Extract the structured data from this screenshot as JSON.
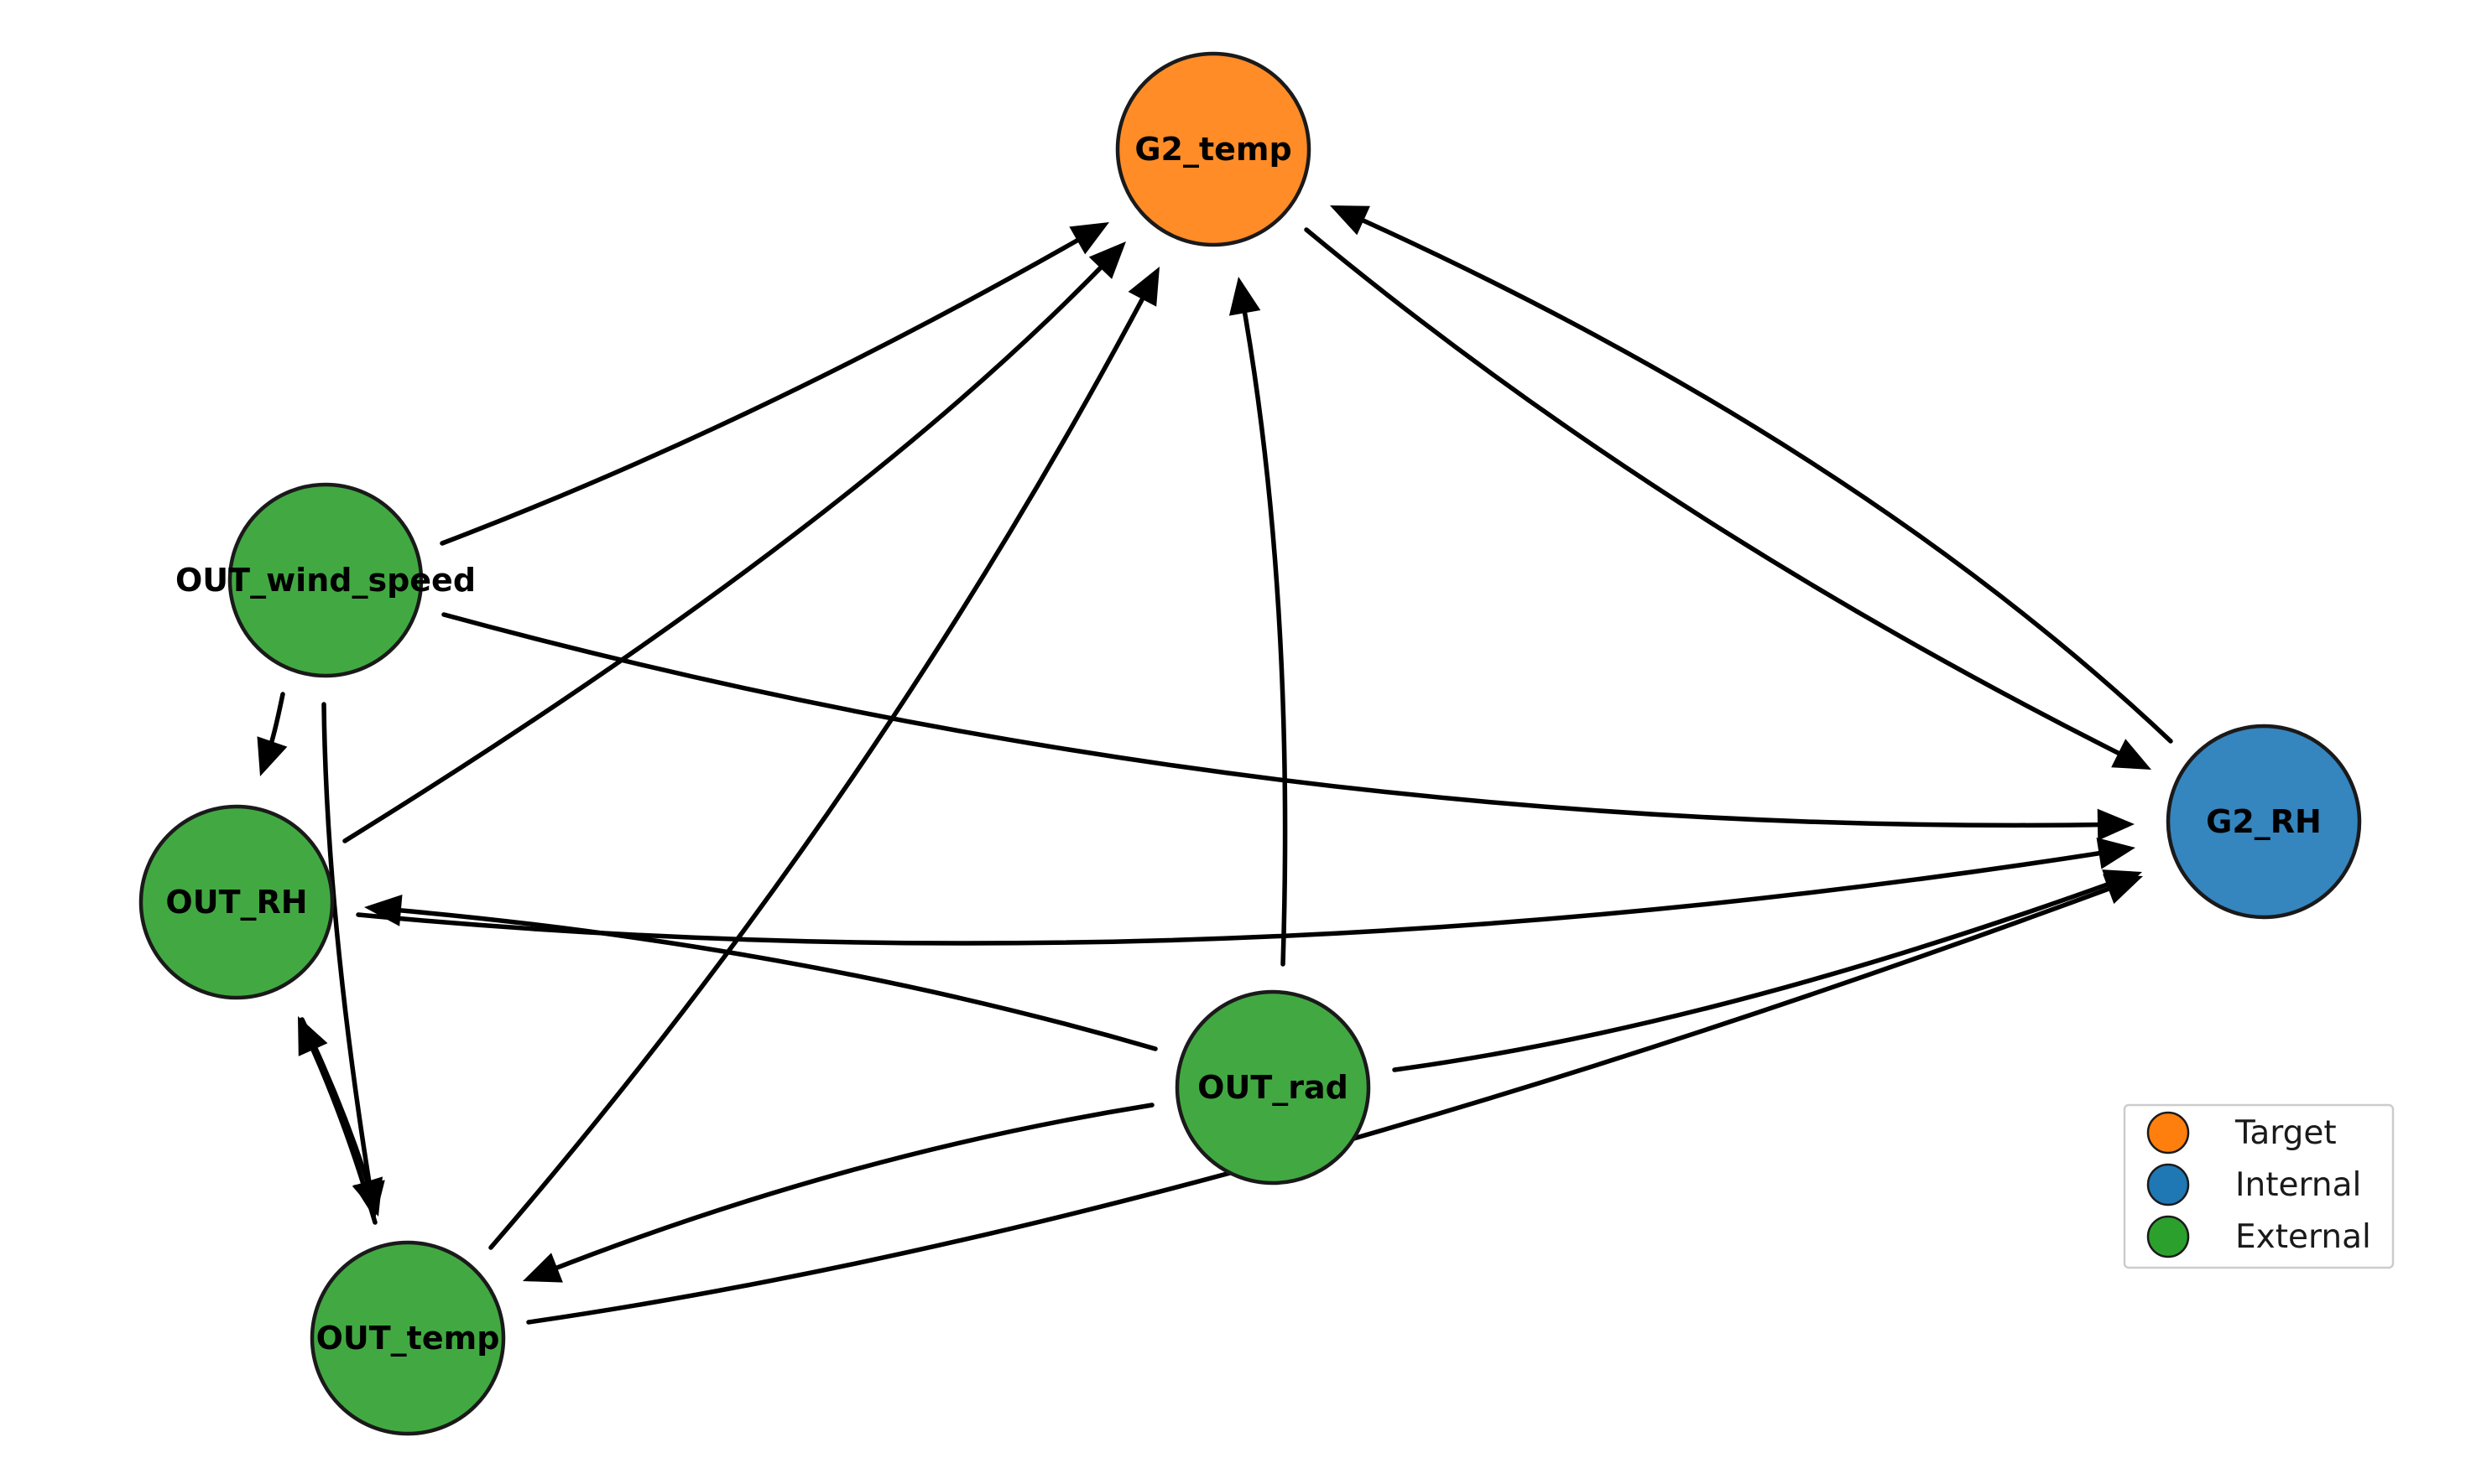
{
  "nodes": [
    {
      "id": "G2_temp",
      "label": "G2_temp",
      "category": "Target"
    },
    {
      "id": "G2_RH",
      "label": "G2_RH",
      "category": "Internal"
    },
    {
      "id": "OUT_wind_speed",
      "label": "OUT_wind_speed",
      "category": "External"
    },
    {
      "id": "OUT_RH",
      "label": "OUT_RH",
      "category": "External"
    },
    {
      "id": "OUT_temp",
      "label": "OUT_temp",
      "category": "External"
    },
    {
      "id": "OUT_rad",
      "label": "OUT_rad",
      "category": "External"
    }
  ],
  "edges": [
    {
      "from": "OUT_wind_speed",
      "to": "G2_temp"
    },
    {
      "from": "OUT_RH",
      "to": "G2_temp"
    },
    {
      "from": "OUT_temp",
      "to": "G2_temp"
    },
    {
      "from": "OUT_rad",
      "to": "G2_temp"
    },
    {
      "from": "G2_RH",
      "to": "G2_temp"
    },
    {
      "from": "G2_temp",
      "to": "G2_RH"
    },
    {
      "from": "OUT_wind_speed",
      "to": "G2_RH"
    },
    {
      "from": "OUT_RH",
      "to": "G2_RH"
    },
    {
      "from": "OUT_rad",
      "to": "G2_RH"
    },
    {
      "from": "OUT_temp",
      "to": "G2_RH"
    },
    {
      "from": "OUT_wind_speed",
      "to": "OUT_RH"
    },
    {
      "from": "OUT_wind_speed",
      "to": "OUT_temp"
    },
    {
      "from": "OUT_RH",
      "to": "OUT_temp"
    },
    {
      "from": "OUT_temp",
      "to": "OUT_RH"
    },
    {
      "from": "OUT_rad",
      "to": "OUT_RH"
    },
    {
      "from": "OUT_rad",
      "to": "OUT_temp"
    }
  ],
  "legend": {
    "items": [
      {
        "label": "Target",
        "color": "#ff7f0e"
      },
      {
        "label": "Internal",
        "color": "#1f77b4"
      },
      {
        "label": "External",
        "color": "#2ca02c"
      }
    ]
  },
  "colors": {
    "Target": "#ff8c26",
    "Internal": "#3585bf",
    "External": "#42a942",
    "edge": "#000000",
    "node_outline": "#1a1a1a"
  }
}
